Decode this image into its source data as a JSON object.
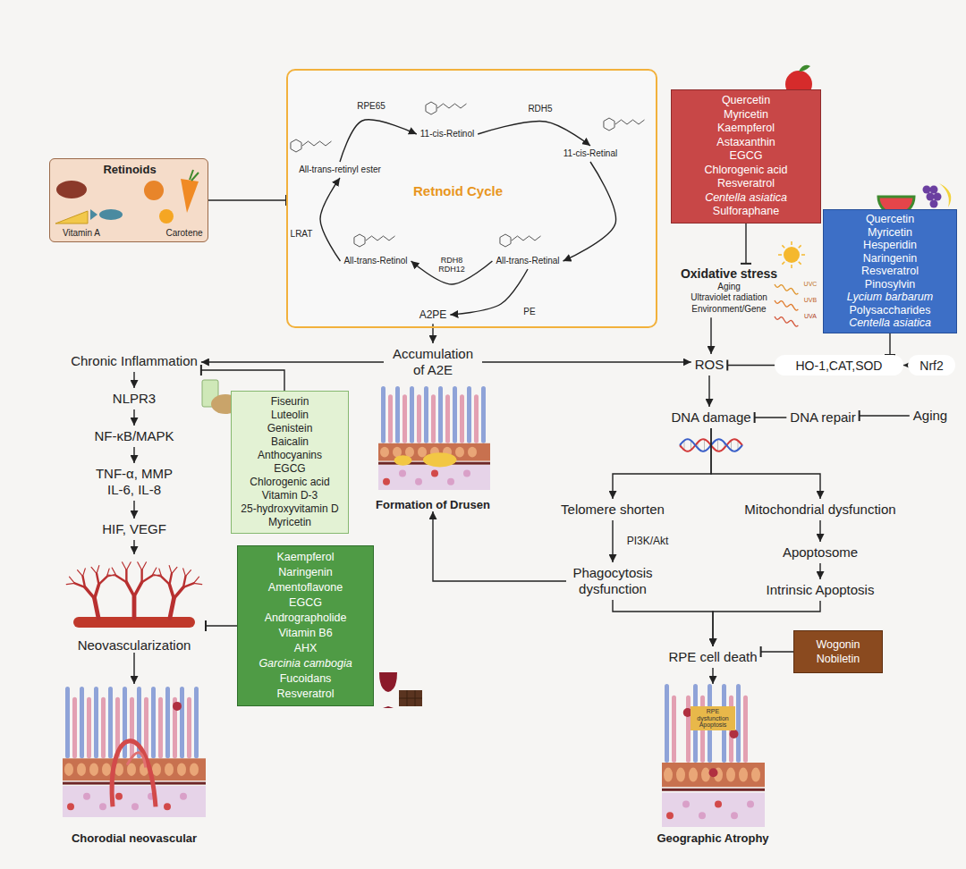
{
  "diagram": {
    "nodes": [
      {
        "text": [
          "Retinoids",
          "Vitamin A",
          "Carotene"
        ]
      },
      {
        "text": [
          "Retnoid Cycle"
        ]
      },
      {
        "text": [
          "All-trans-retinyl ester"
        ],
        "in": 1
      },
      {
        "text": [
          "11-cis-Retinol"
        ],
        "in": 1
      },
      {
        "text": [
          "11-cis-Retinal"
        ],
        "in": 1
      },
      {
        "text": [
          "All-trans-Retinal"
        ],
        "in": 1
      },
      {
        "text": [
          "All-trans-Retinol"
        ],
        "in": 1
      },
      {
        "text": [
          "A2PE"
        ],
        "in": 1
      },
      {
        "text": [
          "Quercetin",
          "Myricetin",
          "Kaempferol",
          "Astaxanthin",
          "EGCG",
          "Chlorogenic acid",
          "Resveratrol",
          "Centella asiatica",
          "Sulforaphane"
        ]
      },
      {
        "text": [
          "Quercetin",
          "Myricetin",
          "Hesperidin",
          "Naringenin",
          "Resveratrol",
          "Pinosylvin",
          "Lycium barbarum",
          "Polysaccharides",
          "Centella asiatica"
        ]
      },
      {
        "text": [
          "Oxidative stress",
          "Aging",
          "Ultraviolet radiation",
          "Environment/Gene"
        ]
      },
      {
        "text": [
          "Chronic Inflammation"
        ]
      },
      {
        "text": [
          "Accumulation of A2E"
        ]
      },
      {
        "text": [
          "ROS"
        ]
      },
      {
        "text": [
          "HO-1,CAT,SOD"
        ]
      },
      {
        "text": [
          "Nrf2"
        ]
      },
      {
        "text": [
          "NLPR3"
        ]
      },
      {
        "text": [
          "Fiseurin",
          "Luteolin",
          "Genistein",
          "Baicalin",
          "Anthocyanins",
          "EGCG",
          "Chlorogenic acid",
          "Vitamin D-3",
          "25-hydroxyvitamin D",
          "Myricetin"
        ]
      },
      {
        "text": [
          "DNA damage"
        ]
      },
      {
        "text": [
          "DNA repair"
        ]
      },
      {
        "text": [
          "Aging"
        ]
      },
      {
        "text": [
          "NF-κB/MAPK"
        ]
      },
      {
        "text": [
          "TNF-α, MMP IL-6, IL-8"
        ]
      },
      {
        "text": [
          "Formation of Drusen"
        ]
      },
      {
        "text": [
          "Telomere shorten"
        ]
      },
      {
        "text": [
          "Mitochondrial dysfunction"
        ]
      },
      {
        "text": [
          "HIF, VEGF"
        ]
      },
      {
        "text": [
          "Kaempferol",
          "Naringenin",
          "Amentoflavone",
          "EGCG",
          "Andrographolide",
          "Vitamin B6",
          "AHX",
          "Garcinia cambogia",
          "Fucoidans",
          "Resveratrol"
        ]
      },
      {
        "text": [
          "Apoptosome"
        ]
      },
      {
        "text": [
          "Phagocytosis dysfunction"
        ]
      },
      {
        "text": [
          "Intrinsic Apoptosis"
        ]
      },
      {
        "text": [
          "Neovascularization"
        ]
      },
      {
        "text": [
          "Wogonin",
          "Nobiletin"
        ]
      },
      {
        "text": [
          "RPE cell death"
        ]
      },
      {
        "text": [
          "Chorodial neovascular"
        ]
      },
      {
        "text": [
          "Geographic Atrophy"
        ]
      }
    ],
    "edges": [
      {
        "from": 0,
        "to": 1,
        "arrow": "to"
      },
      {
        "from": 2,
        "to": 3,
        "label": "RPE65",
        "arrow": "to"
      },
      {
        "from": 3,
        "to": 4,
        "label": "RDH5",
        "arrow": "to"
      },
      {
        "from": 4,
        "to": 5,
        "arrow": "to"
      },
      {
        "from": 5,
        "to": 6,
        "label": "RDH8 RDH12",
        "arrow": "to"
      },
      {
        "from": 6,
        "to": 2,
        "label": "LRAT",
        "arrow": "to"
      },
      {
        "from": 5,
        "to": 7,
        "arrow": "to"
      },
      {
        "from": 7,
        "to": 12,
        "arrow": "to"
      },
      {
        "from": 8,
        "to": 10,
        "arrow": "to"
      },
      {
        "from": 10,
        "to": 13,
        "arrow": "to"
      },
      {
        "from": 9,
        "to": 14,
        "arrow": "to"
      },
      {
        "from": 15,
        "to": 14,
        "arrow": "to"
      },
      {
        "from": 14,
        "to": 13,
        "arrow": "to"
      },
      {
        "from": 12,
        "to": 11,
        "arrow": "to"
      },
      {
        "from": 12,
        "to": 13,
        "arrow": "to"
      },
      {
        "from": 17,
        "to": 11,
        "arrow": "to"
      },
      {
        "from": 11,
        "to": 16,
        "arrow": "to"
      },
      {
        "from": 16,
        "to": 21,
        "arrow": "to"
      },
      {
        "from": 21,
        "to": 22,
        "arrow": "to"
      },
      {
        "from": 22,
        "to": 26,
        "arrow": "to"
      },
      {
        "from": 26,
        "to": 31,
        "arrow": "to"
      },
      {
        "from": 27,
        "to": 31,
        "arrow": "to"
      },
      {
        "from": 31,
        "to": 34,
        "arrow": "to"
      },
      {
        "from": 13,
        "to": 18,
        "arrow": "to"
      },
      {
        "from": 19,
        "to": 18,
        "arrow": "to"
      },
      {
        "from": 20,
        "to": 19,
        "arrow": "to"
      },
      {
        "from": 18,
        "to": 24,
        "arrow": "to"
      },
      {
        "from": 18,
        "to": 25,
        "arrow": "to"
      },
      {
        "from": 24,
        "to": 29,
        "label": "PI3K/Akt",
        "arrow": "to"
      },
      {
        "from": 25,
        "to": 28,
        "arrow": "to"
      },
      {
        "from": 28,
        "to": 30,
        "arrow": "to"
      },
      {
        "from": 29,
        "to": 23,
        "arrow": "to"
      },
      {
        "from": 29,
        "to": 33,
        "arrow": "to"
      },
      {
        "from": 30,
        "to": 33,
        "arrow": "to"
      },
      {
        "from": 32,
        "to": 33,
        "arrow": "to"
      },
      {
        "from": 33,
        "to": 35,
        "arrow": "to"
      }
    ],
    "labels": [
      "PE",
      "UVC",
      "UVB",
      "UVA",
      "RPE dysfunction Apoptosis"
    ]
  }
}
